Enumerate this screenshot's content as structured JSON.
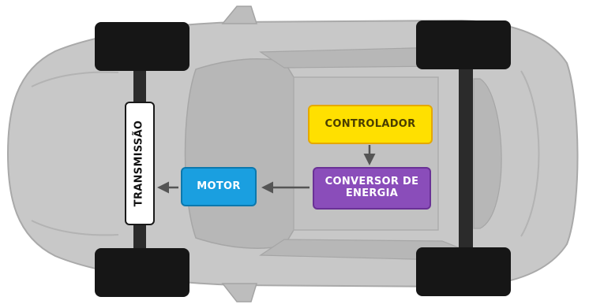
{
  "components": {
    "transmission": {
      "label": "TRANSMISSÃO"
    },
    "motor": {
      "label": "MOTOR",
      "color": "#1a9fe0"
    },
    "controller": {
      "label": "CONTROLADOR",
      "color": "#ffe000"
    },
    "energy_converter": {
      "label": "CONVERSOR DE\nENERGIA",
      "color": "#8a4dba"
    }
  },
  "flow": [
    {
      "from": "CONTROLADOR",
      "to": "CONVERSOR DE ENERGIA"
    },
    {
      "from": "CONVERSOR DE ENERGIA",
      "to": "MOTOR"
    },
    {
      "from": "MOTOR",
      "to": "TRANSMISSÃO"
    }
  ],
  "colors": {
    "body": "#c8c8c8",
    "glass": "#b7b7b7",
    "tires": "#161616",
    "axles": "#2b2b2b",
    "arrows": "#555555"
  }
}
